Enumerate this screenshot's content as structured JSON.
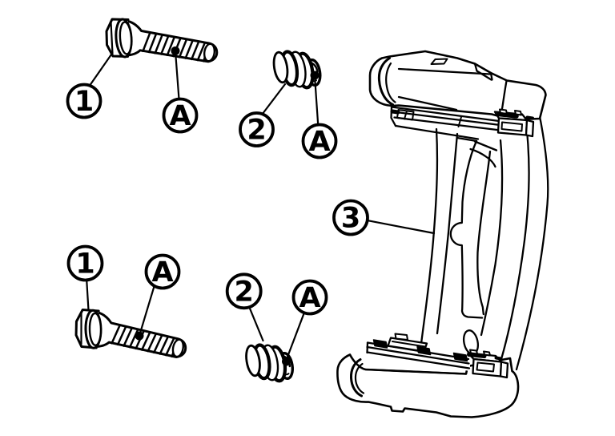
{
  "figure": {
    "kind": "exploded-parts-line-diagram",
    "background_color": "#ffffff",
    "line_color": "#000000",
    "callouts": [
      {
        "label": "1",
        "points_to": "upper-guide-pin-bolt"
      },
      {
        "label": "A",
        "points_to": "upper-guide-pin-bolt-shaft-grease-point"
      },
      {
        "label": "2",
        "points_to": "upper-pin-boot"
      },
      {
        "label": "A",
        "points_to": "upper-pin-boot-grease-point"
      },
      {
        "label": "3",
        "points_to": "caliper-torque-member"
      },
      {
        "label": "1",
        "points_to": "lower-guide-pin-bolt"
      },
      {
        "label": "A",
        "points_to": "lower-guide-pin-bolt-shaft-grease-point"
      },
      {
        "label": "2",
        "points_to": "lower-pin-boot"
      },
      {
        "label": "A",
        "points_to": "lower-pin-boot-grease-point"
      }
    ],
    "parts": [
      {
        "callout": "1",
        "name": "guide pin bolt",
        "count": 2
      },
      {
        "callout": "2",
        "name": "pin boot",
        "count": 2
      },
      {
        "callout": "3",
        "name": "caliper torque member",
        "count": 1
      },
      {
        "callout": "A",
        "name": "grease application point",
        "count": 4
      }
    ]
  }
}
